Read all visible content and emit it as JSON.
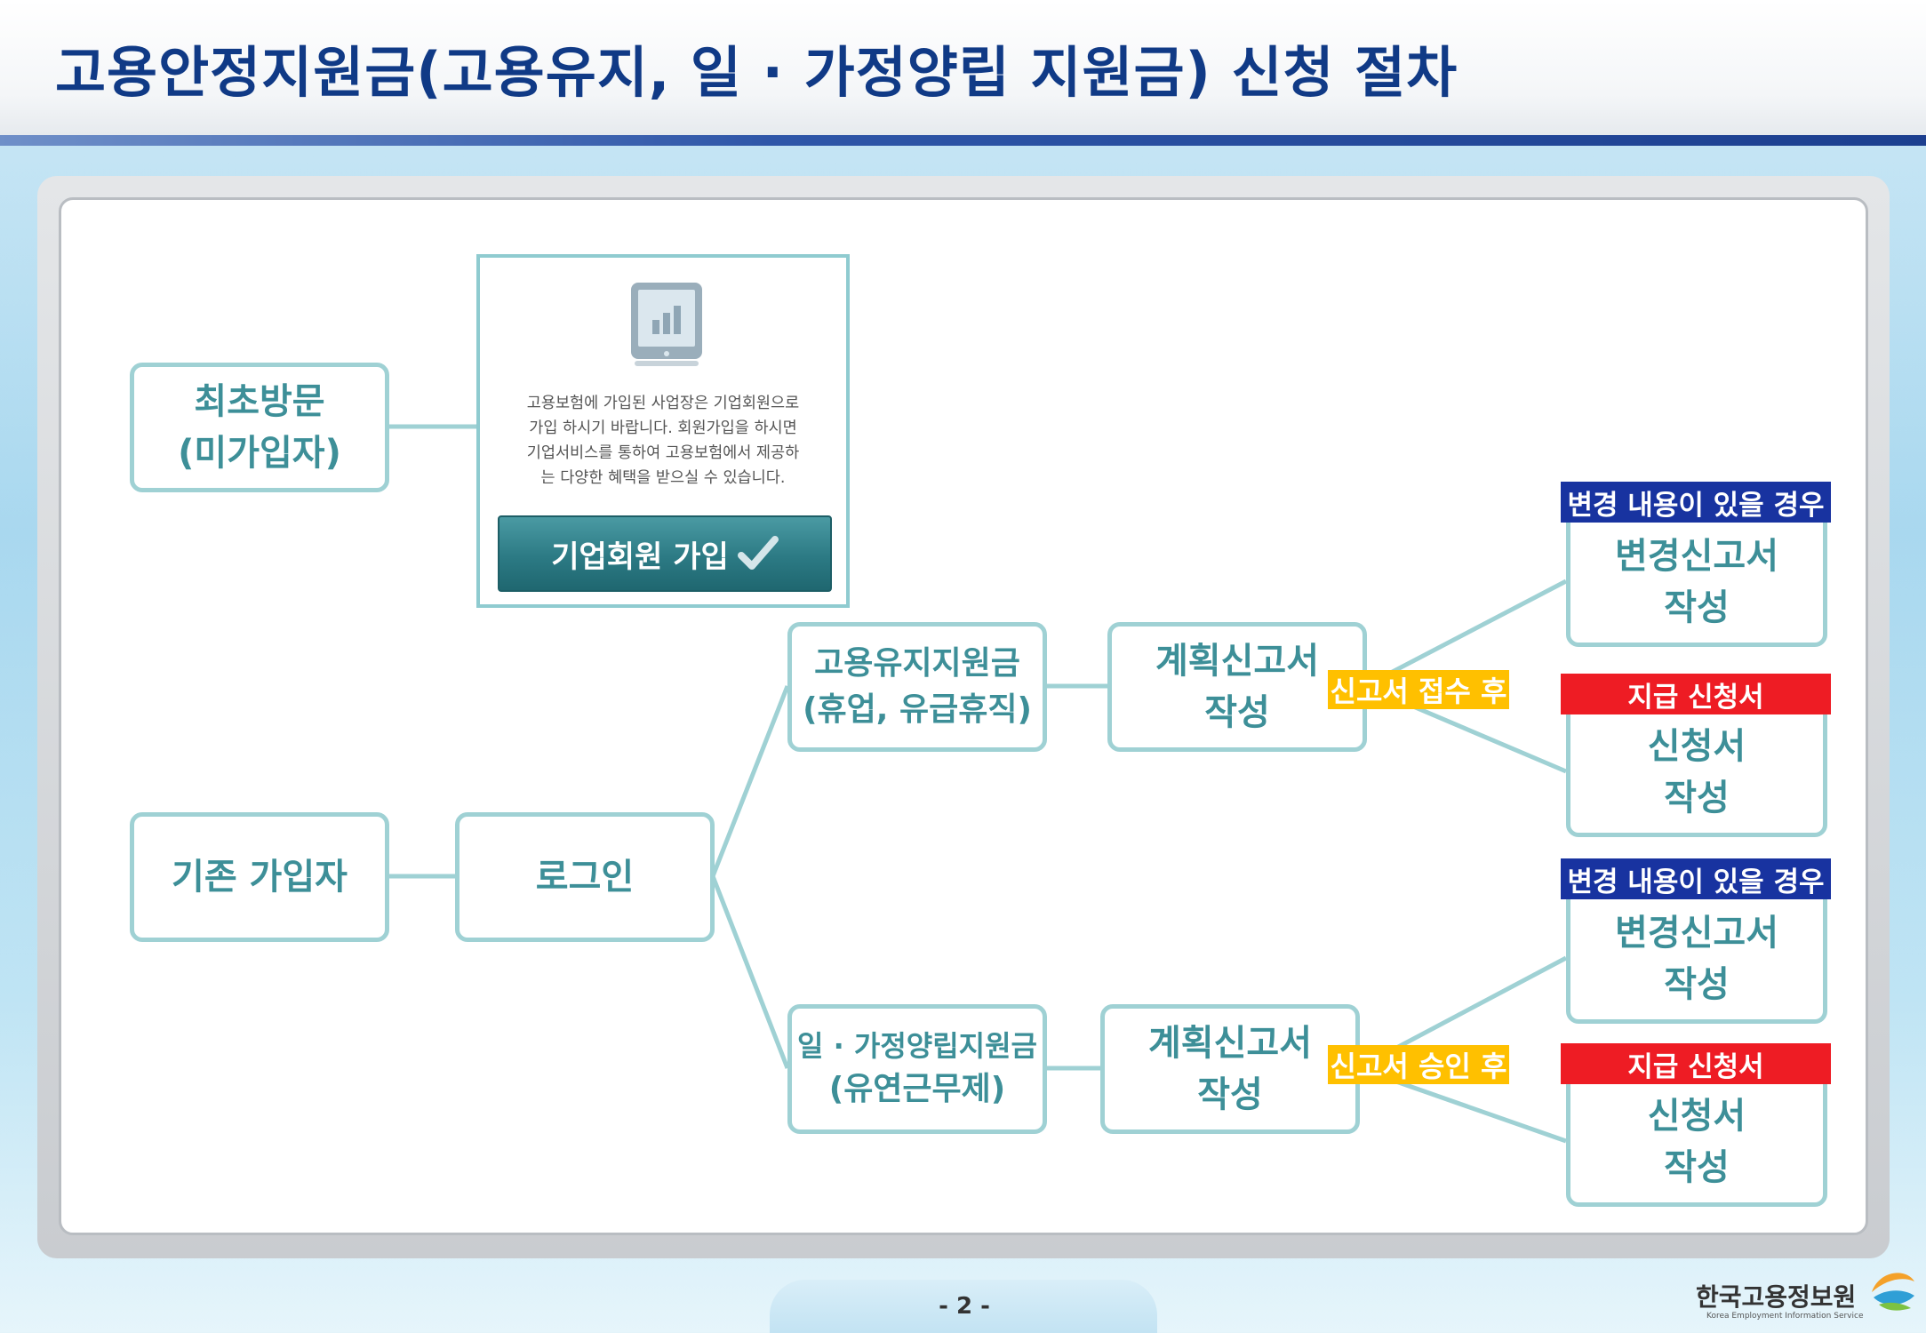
{
  "header": {
    "title": "고용안정지원금(고용유지, 일 · 가정양립 지원금) 신청 절차"
  },
  "diagram": {
    "first_visit": {
      "line1": "최초방문",
      "line2": "(미가입자)"
    },
    "join_panel": {
      "text_lines": [
        "고용보험에 가입된 사업장은 기업회원으로",
        "가입 하시기 바랍니다. 회원가입을 하시면",
        "기업서비스를 통하여 고용보험에서 제공하",
        "는 다양한 혜택을 받으실 수 있습니다."
      ],
      "button_label": "기업회원 가입"
    },
    "existing_member": {
      "label": "기존 가입자"
    },
    "login": {
      "label": "로그인"
    },
    "employment_retention": {
      "line1": "고용유지지원금",
      "line2": "(휴업, 유급휴직)"
    },
    "work_family": {
      "line1": "일 · 가정양립지원금",
      "line2": "(유연근무제)"
    },
    "plan_report_top": {
      "line1": "계획신고서",
      "line2": "작성"
    },
    "plan_report_bottom": {
      "line1": "계획신고서",
      "line2": "작성"
    },
    "tag_received": "신고서 접수 후",
    "tag_approved": "신고서 승인 후",
    "change_report_top": {
      "tag": "변경 내용이 있을 경우",
      "line1": "변경신고서",
      "line2": "작성"
    },
    "payment_top": {
      "tag": "지급 신청서",
      "line1": "신청서",
      "line2": "작성"
    },
    "change_report_bottom": {
      "tag": "변경 내용이 있을 경우",
      "line1": "변경신고서",
      "line2": "작성"
    },
    "payment_bottom": {
      "tag": "지급 신청서",
      "line1": "신청서",
      "line2": "작성"
    }
  },
  "footer": {
    "page_number": "- 2 -",
    "logo_text": "한국고용정보원",
    "logo_subtext": "Korea Employment Information Service"
  },
  "colors": {
    "title": "#103a86",
    "node_border": "#9fd1d4",
    "node_text": "#3d8f98",
    "tag_blue": "#1833a0",
    "tag_red": "#ee1c24",
    "tag_yellow": "#ffc000",
    "button": "#2c7a84"
  }
}
